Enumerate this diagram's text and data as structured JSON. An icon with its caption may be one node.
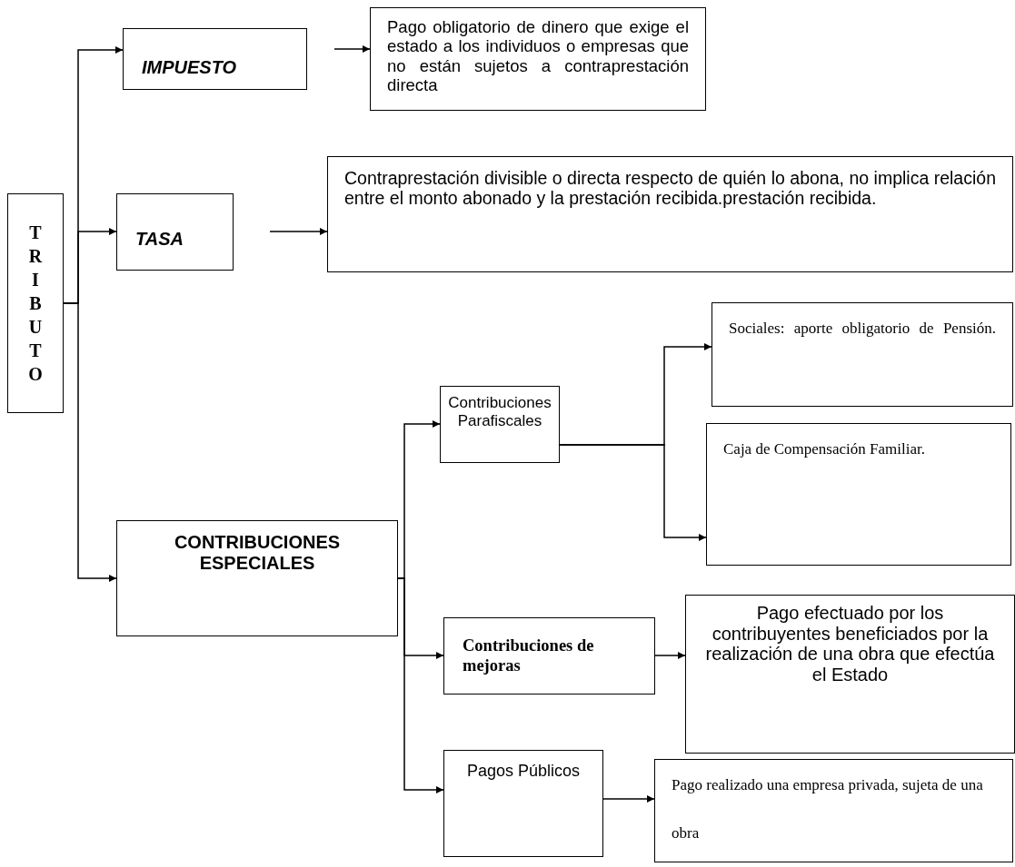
{
  "diagram": {
    "nodes": [
      {
        "text": [
          "TRIBUTO"
        ]
      },
      {
        "text": [
          "IMPUESTO"
        ]
      },
      {
        "text": [
          "Pago obligatorio de dinero que exige el estado a los individuos o empresas que no están sujetos a contraprestación directa"
        ]
      },
      {
        "text": [
          "TASA"
        ]
      },
      {
        "text": [
          "Contraprestación divisible o directa respecto de quién lo abona, no implica relación entre el monto abonado y la prestación recibida.prestación recibida."
        ]
      },
      {
        "text": [
          "CONTRIBUCIONES ESPECIALES"
        ]
      },
      {
        "text": [
          "Contribuciones Parafiscales"
        ]
      },
      {
        "text": [
          "Sociales: aporte obligatorio de Pensión."
        ]
      },
      {
        "text": [
          "Caja de Compensación Familiar."
        ]
      },
      {
        "text": [
          "Contribuciones de mejoras"
        ]
      },
      {
        "text": [
          "Pago efectuado por los contribuyentes beneficiados por la realización de una obra que efectúa el Estado"
        ]
      },
      {
        "text": [
          "Pagos Públicos"
        ]
      },
      {
        "text": [
          "Pago realizado una empresa privada, sujeta de una obra"
        ]
      }
    ],
    "edges": [
      {
        "from": 0,
        "to": 1,
        "arrow": "to"
      },
      {
        "from": 0,
        "to": 3,
        "arrow": "to"
      },
      {
        "from": 0,
        "to": 5,
        "arrow": "to"
      },
      {
        "from": 1,
        "to": 2,
        "arrow": "to"
      },
      {
        "from": 3,
        "to": 4,
        "arrow": "to"
      },
      {
        "from": 5,
        "to": 6,
        "arrow": "to"
      },
      {
        "from": 5,
        "to": 9,
        "arrow": "to"
      },
      {
        "from": 5,
        "to": 11,
        "arrow": "to"
      },
      {
        "from": 6,
        "to": 7,
        "arrow": "to"
      },
      {
        "from": 6,
        "to": 8,
        "arrow": "to"
      },
      {
        "from": 9,
        "to": 10,
        "arrow": "to"
      },
      {
        "from": 11,
        "to": 12,
        "arrow": "to"
      }
    ]
  }
}
